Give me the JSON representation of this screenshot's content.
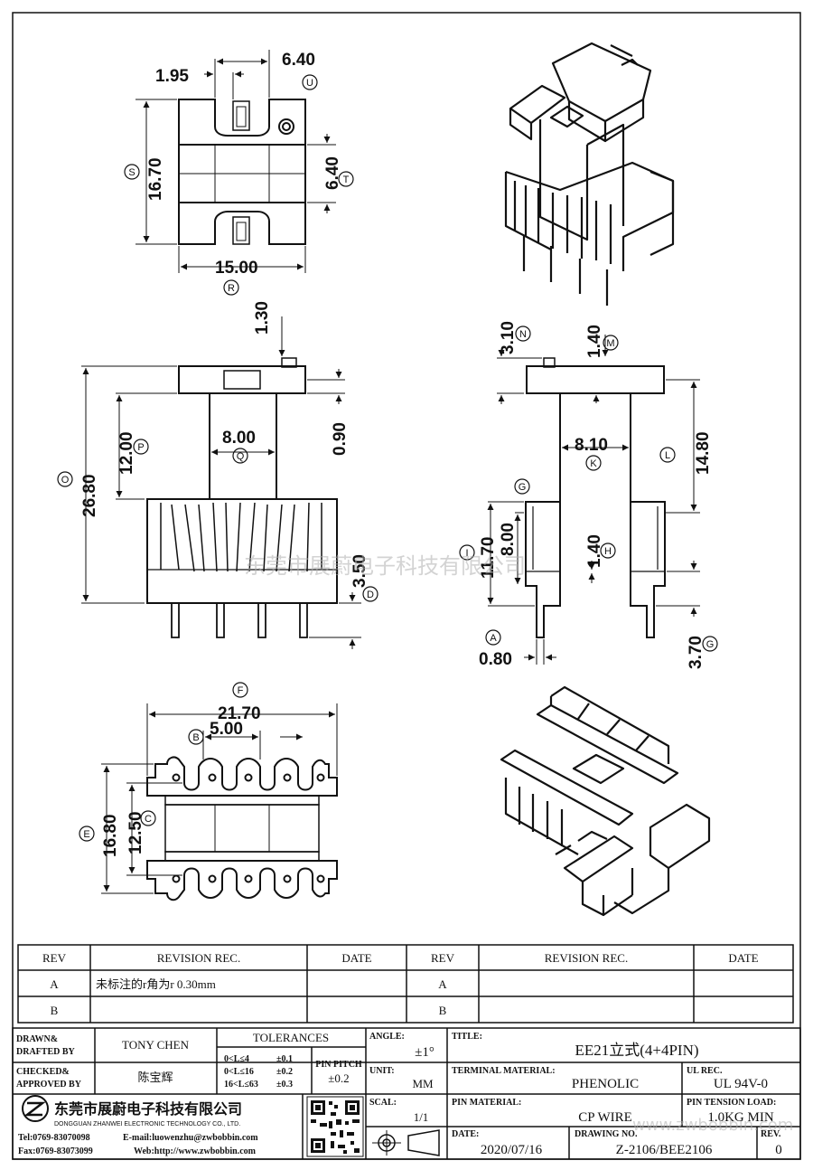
{
  "watermark": "东莞市展蔚电子科技有限公司",
  "watermark_url": "www.zwbobbin.com",
  "dimensions": {
    "top_view": [
      {
        "value": "1.95",
        "label": ""
      },
      {
        "value": "6.40",
        "label": "U"
      },
      {
        "value": "16.70",
        "label": "S"
      },
      {
        "value": "6.40",
        "label": "T"
      },
      {
        "value": "15.00",
        "label": "R"
      }
    ],
    "front_view": [
      {
        "value": "1.30",
        "label": ""
      },
      {
        "value": "12.00",
        "label": "P"
      },
      {
        "value": "26.80",
        "label": "O"
      },
      {
        "value": "8.00",
        "label": "Q"
      },
      {
        "value": "0.90",
        "label": ""
      },
      {
        "value": "3.50",
        "label": "D"
      }
    ],
    "side_view": [
      {
        "value": "3.10",
        "label": "N"
      },
      {
        "value": "1.40",
        "label": "M"
      },
      {
        "value": "8.10",
        "label": "K"
      },
      {
        "value": "14.80",
        "label": "L"
      },
      {
        "value": "11.70",
        "label": "I"
      },
      {
        "value": "8.00",
        "label": ""
      },
      {
        "value": "1.40",
        "label": "H"
      },
      {
        "value": "0.80",
        "label": "A"
      },
      {
        "value": "3.70",
        "label": "G"
      }
    ],
    "side_view_extra_label": "G",
    "bottom_view": [
      {
        "value": "21.70",
        "label": "F"
      },
      {
        "value": "5.00",
        "label": "B"
      },
      {
        "value": "16.80",
        "label": "E"
      },
      {
        "value": "12.50",
        "label": "C"
      }
    ]
  },
  "revision_table": {
    "headers": [
      "REV",
      "REVISION REC.",
      "DATE",
      "REV",
      "REVISION REC.",
      "DATE"
    ],
    "rows": [
      [
        "A",
        "未标注的r角为r 0.30mm",
        "",
        "A",
        "",
        ""
      ],
      [
        "B",
        "",
        "",
        "B",
        "",
        ""
      ]
    ]
  },
  "title_block": {
    "drawn_label": "DRAWN&\nDRAFTED BY",
    "drawn_by": "TONY CHEN",
    "checked_label": "CHECKED&\nAPPROVED BY",
    "approved_by": "陈宝辉",
    "tolerances_label": "TOLERANCES",
    "tolerance_rows": [
      {
        "range": "0<L≤4",
        "tol": "±0.1"
      },
      {
        "range": "0<L≤16",
        "tol": "±0.2"
      },
      {
        "range": "16<L≤63",
        "tol": "±0.3"
      }
    ],
    "pin_pitch_label": "PIN PITCH",
    "pin_pitch_value": "±0.2",
    "angle_label": "ANGLE:",
    "angle_value": "±1°",
    "unit_label": "UNIT:",
    "unit_value": "MM",
    "scale_label": "SCAL:",
    "scale_value": "1/1",
    "title_label": "TITLE:",
    "title_value": "EE21立式(4+4PIN)",
    "terminal_material_label": "TERMINAL MATERIAL:",
    "terminal_material_value": "PHENOLIC",
    "ul_rec_label": "UL REC.",
    "ul_rec_value": "UL 94V-0",
    "pin_material_label": "PIN MATERIAL:",
    "pin_material_value": "CP WIRE",
    "pin_tension_label": "PIN TENSION LOAD:",
    "pin_tension_value": "1.0KG MIN",
    "date_label": "DATE:",
    "date_value": "2020/07/16",
    "drawing_no_label": "DRAWING NO.",
    "drawing_no_value": "Z-2106/BEE2106",
    "rev_label": "REV.",
    "rev_value": "0",
    "company_cn": "东莞市展蔚电子科技有限公司",
    "company_en": "DONGGUAN ZHANWEI ELECTRONIC TECHNOLOGY CO., LTD.",
    "tel": "Tel:0769-83070098",
    "email": "E-mail:luowenzhu@zwbobbin.com",
    "fax": "Fax:0769-83073099",
    "web": "Web:http://www.zwbobbin.com"
  }
}
